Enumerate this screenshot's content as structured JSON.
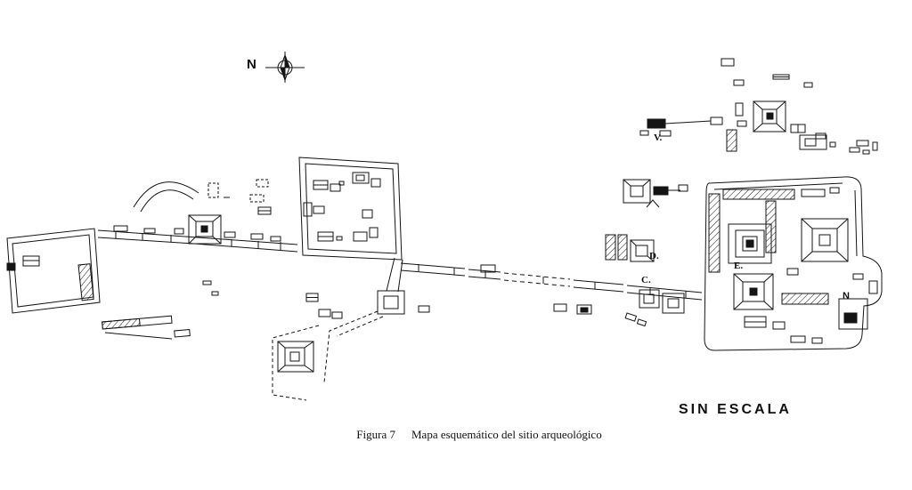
{
  "page": {
    "background_color": "#ffffff",
    "ink_color": "#141414"
  },
  "compass": {
    "north_label": "N"
  },
  "map": {
    "scale_note": "SIN ESCALA",
    "structure_labels": [
      {
        "id": "V",
        "text": "V."
      },
      {
        "id": "D",
        "text": "D."
      },
      {
        "id": "C",
        "text": "C."
      },
      {
        "id": "E",
        "text": "E."
      },
      {
        "id": "N",
        "text": "N"
      }
    ]
  },
  "caption": {
    "figure_label": "Figura 7",
    "figure_title": "Mapa esquemático del sitio arqueológico"
  }
}
